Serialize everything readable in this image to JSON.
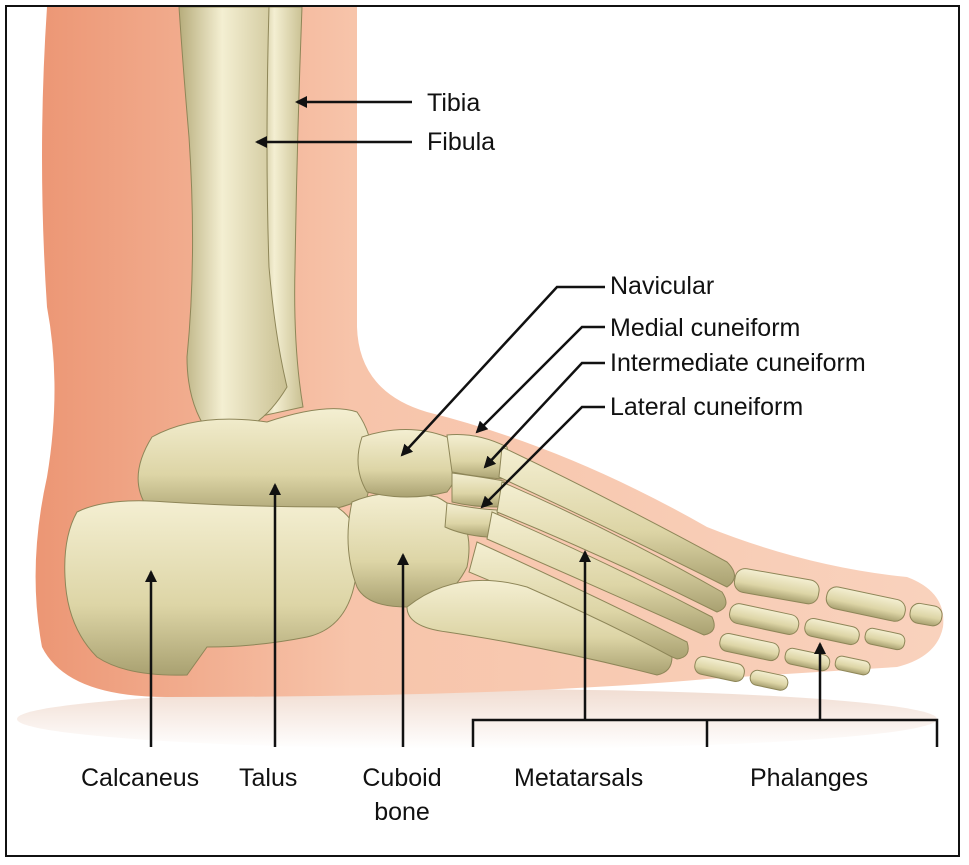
{
  "labels": {
    "tibia": "Tibia",
    "fibula": "Fibula",
    "navicular": "Navicular",
    "medial_cuneiform": "Medial cuneiform",
    "intermediate_cuneiform": "Intermediate cuneiform",
    "lateral_cuneiform": "Lateral cuneiform",
    "calcaneus": "Calcaneus",
    "talus": "Talus",
    "cuboid_line1": "Cuboid",
    "cuboid_line2": "bone",
    "metatarsals": "Metatarsals",
    "phalanges": "Phalanges"
  },
  "colors": {
    "skin": "#f6b89a",
    "skin_dark": "#ec9a78",
    "bone": "#e6dfb8",
    "bone_shadow": "#a39b6a",
    "bone_highlight": "#f7f3dc",
    "line": "#111111",
    "ground": "#f2e4dc"
  }
}
